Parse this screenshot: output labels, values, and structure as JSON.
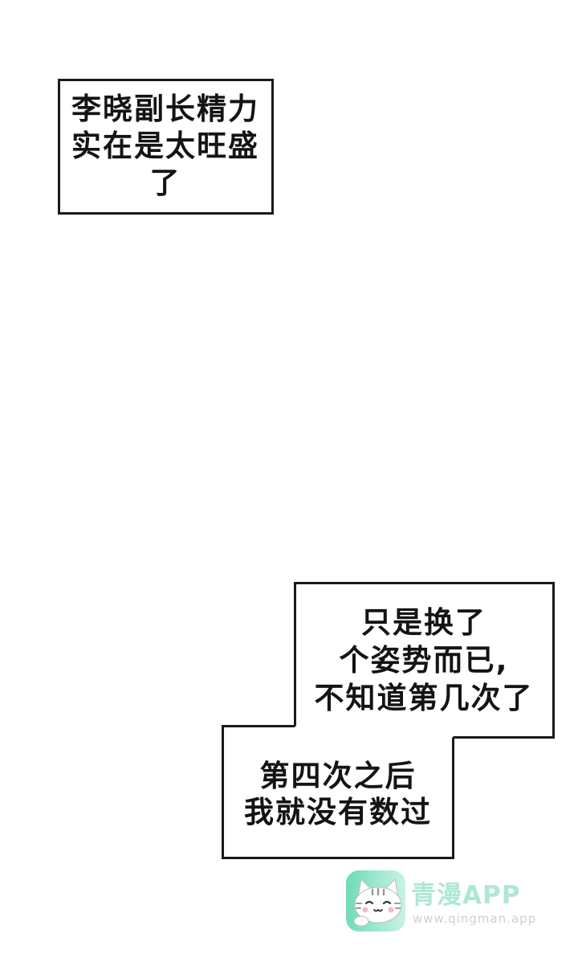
{
  "captions": [
    {
      "lines": [
        "李晓副长精力",
        "实在是太旺盛",
        "了"
      ]
    },
    {
      "lines": [
        "只是换了",
        "个姿势而已,",
        "不知道第几次了"
      ]
    },
    {
      "lines": [
        "第四次之后",
        "我就没有数过"
      ]
    }
  ],
  "watermark": {
    "brand": "青漫APP",
    "url": "www.qingman.app",
    "icon": "cat-icon"
  },
  "colors": {
    "border": "#1a1a1a",
    "text": "#141414",
    "brand": "#aee8d2",
    "url": "#cfcfcf",
    "icon_bg_start": "#6ddcb5",
    "icon_bg_end": "#c9f3e3"
  }
}
